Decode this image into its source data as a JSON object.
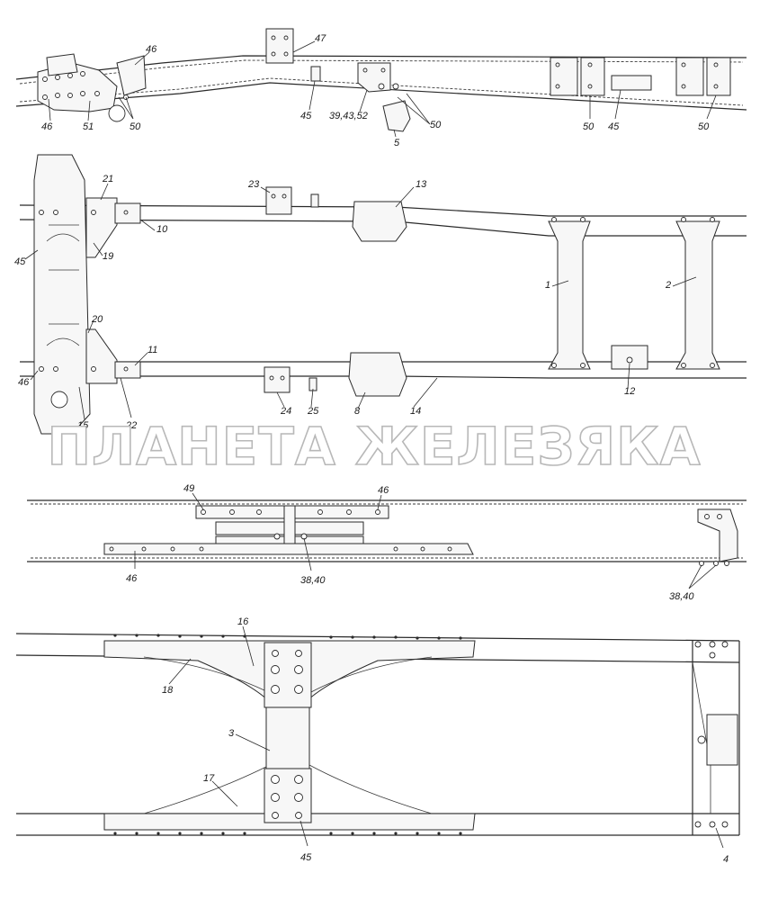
{
  "watermark": "ПЛАНЕТА ЖЕЛЕЗЯКА",
  "views": [
    {
      "id": "side-view-top",
      "labels": [
        "46",
        "47",
        "45",
        "39,43,52",
        "50",
        "5",
        "50",
        "45",
        "50",
        "46",
        "51",
        "50"
      ]
    },
    {
      "id": "plan-view",
      "labels": [
        "21",
        "23",
        "13",
        "10",
        "45",
        "19",
        "1",
        "2",
        "20",
        "11",
        "46",
        "15",
        "22",
        "24",
        "25",
        "8",
        "14",
        "12"
      ]
    },
    {
      "id": "rear-detail",
      "labels": [
        "49",
        "46",
        "46",
        "38,40",
        "38,40"
      ]
    },
    {
      "id": "crossmember-detail",
      "labels": [
        "16",
        "18",
        "3",
        "17",
        "45",
        "4"
      ]
    }
  ]
}
